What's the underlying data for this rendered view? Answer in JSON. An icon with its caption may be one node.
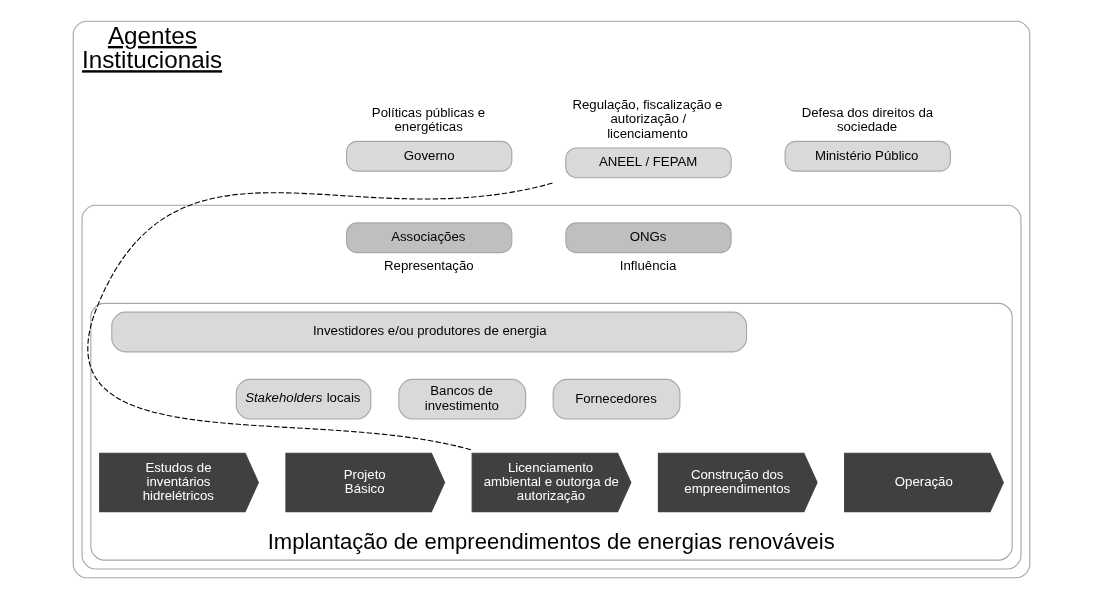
{
  "diagram": {
    "nodes": [
      {
        "text": [
          "Agentes Institucionais"
        ]
      },
      {
        "text": [
          "Governo"
        ],
        "in": 0,
        "beside": [
          "Políticas públicas e energéticas"
        ]
      },
      {
        "text": [
          "ANEEL / FEPAM"
        ],
        "in": 0,
        "beside": [
          "Regulação, fiscalização e autorização / licenciamento"
        ]
      },
      {
        "text": [
          "Ministério Público"
        ],
        "in": 0,
        "beside": [
          "Defesa dos direitos da sociedade"
        ]
      },
      {
        "text": [],
        "shape": "box",
        "in": 0
      },
      {
        "text": [
          "Associações"
        ],
        "in": 4,
        "beside": [
          "Representação"
        ]
      },
      {
        "text": [
          "ONGs"
        ],
        "in": 4,
        "beside": [
          "Influência"
        ]
      },
      {
        "text": [
          "Implantação de empreendimentos de energias renováveis"
        ],
        "in": 4
      },
      {
        "text": [
          "Investidores e/ou produtores de energia"
        ],
        "in": 7
      },
      {
        "text": [
          "*Stakeholders* locais"
        ],
        "in": 7
      },
      {
        "text": [
          "Bancos de investimento"
        ],
        "in": 7
      },
      {
        "text": [
          "Fornecedores"
        ],
        "in": 7
      },
      {
        "text": [
          "Estudos de inventários hidrelétricos"
        ],
        "in": 7
      },
      {
        "text": [
          "Projeto Básico"
        ],
        "in": 7
      },
      {
        "text": [
          "Licenciamento ambiental e outorga de autorização"
        ],
        "in": 7
      },
      {
        "text": [
          "Construção dos empreendimentos"
        ],
        "in": 7
      },
      {
        "text": [
          "Operação"
        ],
        "in": 7
      }
    ],
    "edges": [
      {
        "from": 2,
        "to": 14,
        "arrow": "none",
        "style": "dashed"
      }
    ]
  }
}
